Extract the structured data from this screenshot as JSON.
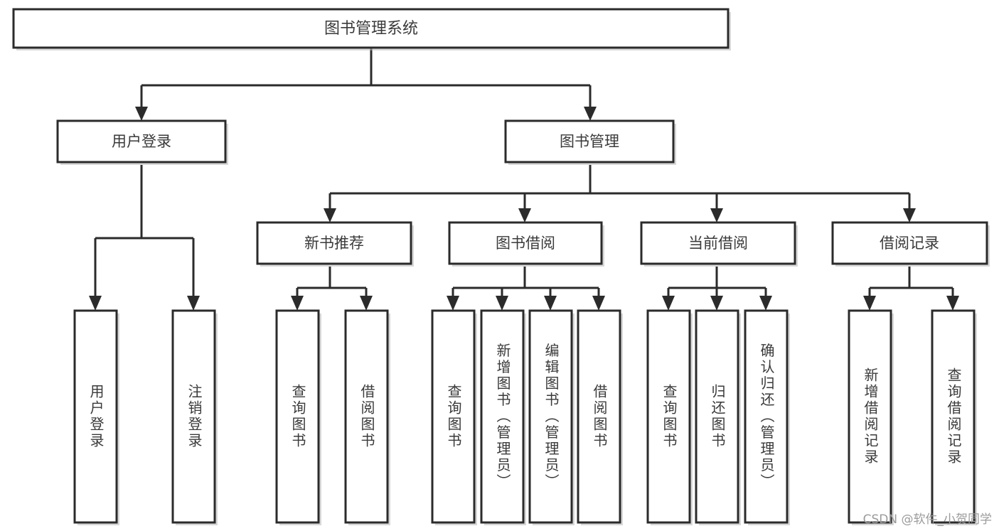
{
  "diagram": {
    "title": "图书管理系统",
    "type": "tree-hierarchy-diagram",
    "colors": {
      "box_border": "#2b2b2b",
      "box_fill": "#ffffff",
      "text": "#3a3a3a",
      "connector": "#2b2b2b",
      "background": "#ffffff",
      "watermark": "#9b9b9b"
    },
    "root": {
      "label": "图书管理系统"
    },
    "level2": [
      {
        "label": "用户登录"
      },
      {
        "label": "图书管理"
      }
    ],
    "level3": [
      {
        "label": "新书推荐"
      },
      {
        "label": "图书借阅"
      },
      {
        "label": "当前借阅"
      },
      {
        "label": "借阅记录"
      }
    ],
    "leaves": {
      "user_login": [
        {
          "label": "用户登录"
        },
        {
          "label": "注销登录"
        }
      ],
      "new_book_recommend": [
        {
          "label": "查询图书"
        },
        {
          "label": "借阅图书"
        }
      ],
      "book_borrow": [
        {
          "label": "查询图书"
        },
        {
          "label": "新增图书（管理员）"
        },
        {
          "label": "编辑图书（管理员）"
        },
        {
          "label": "借阅图书"
        }
      ],
      "current_borrow": [
        {
          "label": "查询图书"
        },
        {
          "label": "归还图书"
        },
        {
          "label": "确认归还（管理员）"
        }
      ],
      "borrow_record": [
        {
          "label": "新增借阅记录"
        },
        {
          "label": "查询借阅记录"
        }
      ]
    }
  },
  "watermark": {
    "text": "CSDN @软件_小贺同学"
  }
}
